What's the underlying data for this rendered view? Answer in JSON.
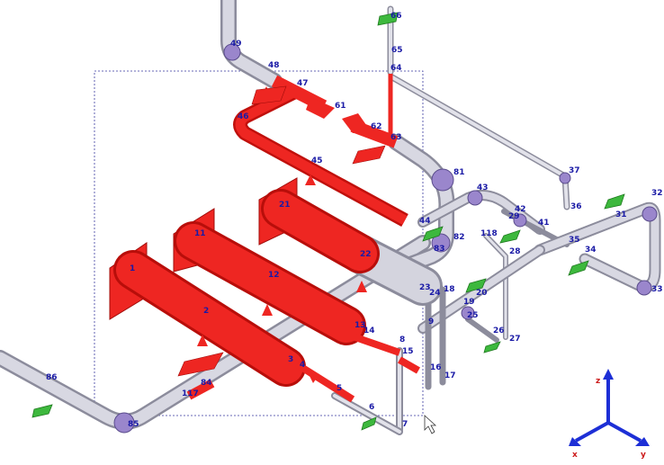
{
  "diagram": {
    "colors": {
      "pipe": "#c8c8d4",
      "selected": "#e8201c",
      "elbow": "#9a86cc",
      "support": "#3db83d",
      "node_text": "#1a1aa6",
      "axis": "#1d2fd6",
      "axis_label": "#cc1a1a",
      "selection_box": "#3a3aa0"
    },
    "node_labels": [
      "1",
      "2",
      "3",
      "4",
      "5",
      "6",
      "7",
      "8",
      "9",
      "11",
      "12",
      "13",
      "14",
      "15",
      "16",
      "17",
      "18",
      "19",
      "20",
      "21",
      "22",
      "23",
      "24",
      "25",
      "26",
      "27",
      "28",
      "29",
      "31",
      "32",
      "33",
      "34",
      "35",
      "36",
      "37",
      "41",
      "42",
      "43",
      "44",
      "45",
      "46",
      "47",
      "48",
      "49",
      "61",
      "62",
      "63",
      "64",
      "65",
      "66",
      "81",
      "82",
      "83",
      "84",
      "85",
      "86",
      "117",
      "118"
    ],
    "axes": {
      "x": "x",
      "y": "y",
      "z": "z"
    }
  }
}
